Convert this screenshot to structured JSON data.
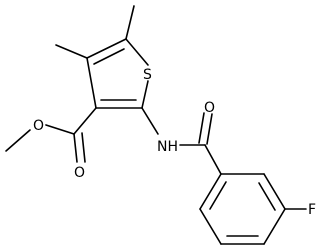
{
  "atoms": {
    "sulfur": "S",
    "ester_o_single": "O",
    "ester_o_double": "O",
    "amide_n": "NH",
    "amide_o": "O",
    "fluorine": "F"
  },
  "colors": {
    "stroke": "#000000",
    "background": "#ffffff"
  }
}
